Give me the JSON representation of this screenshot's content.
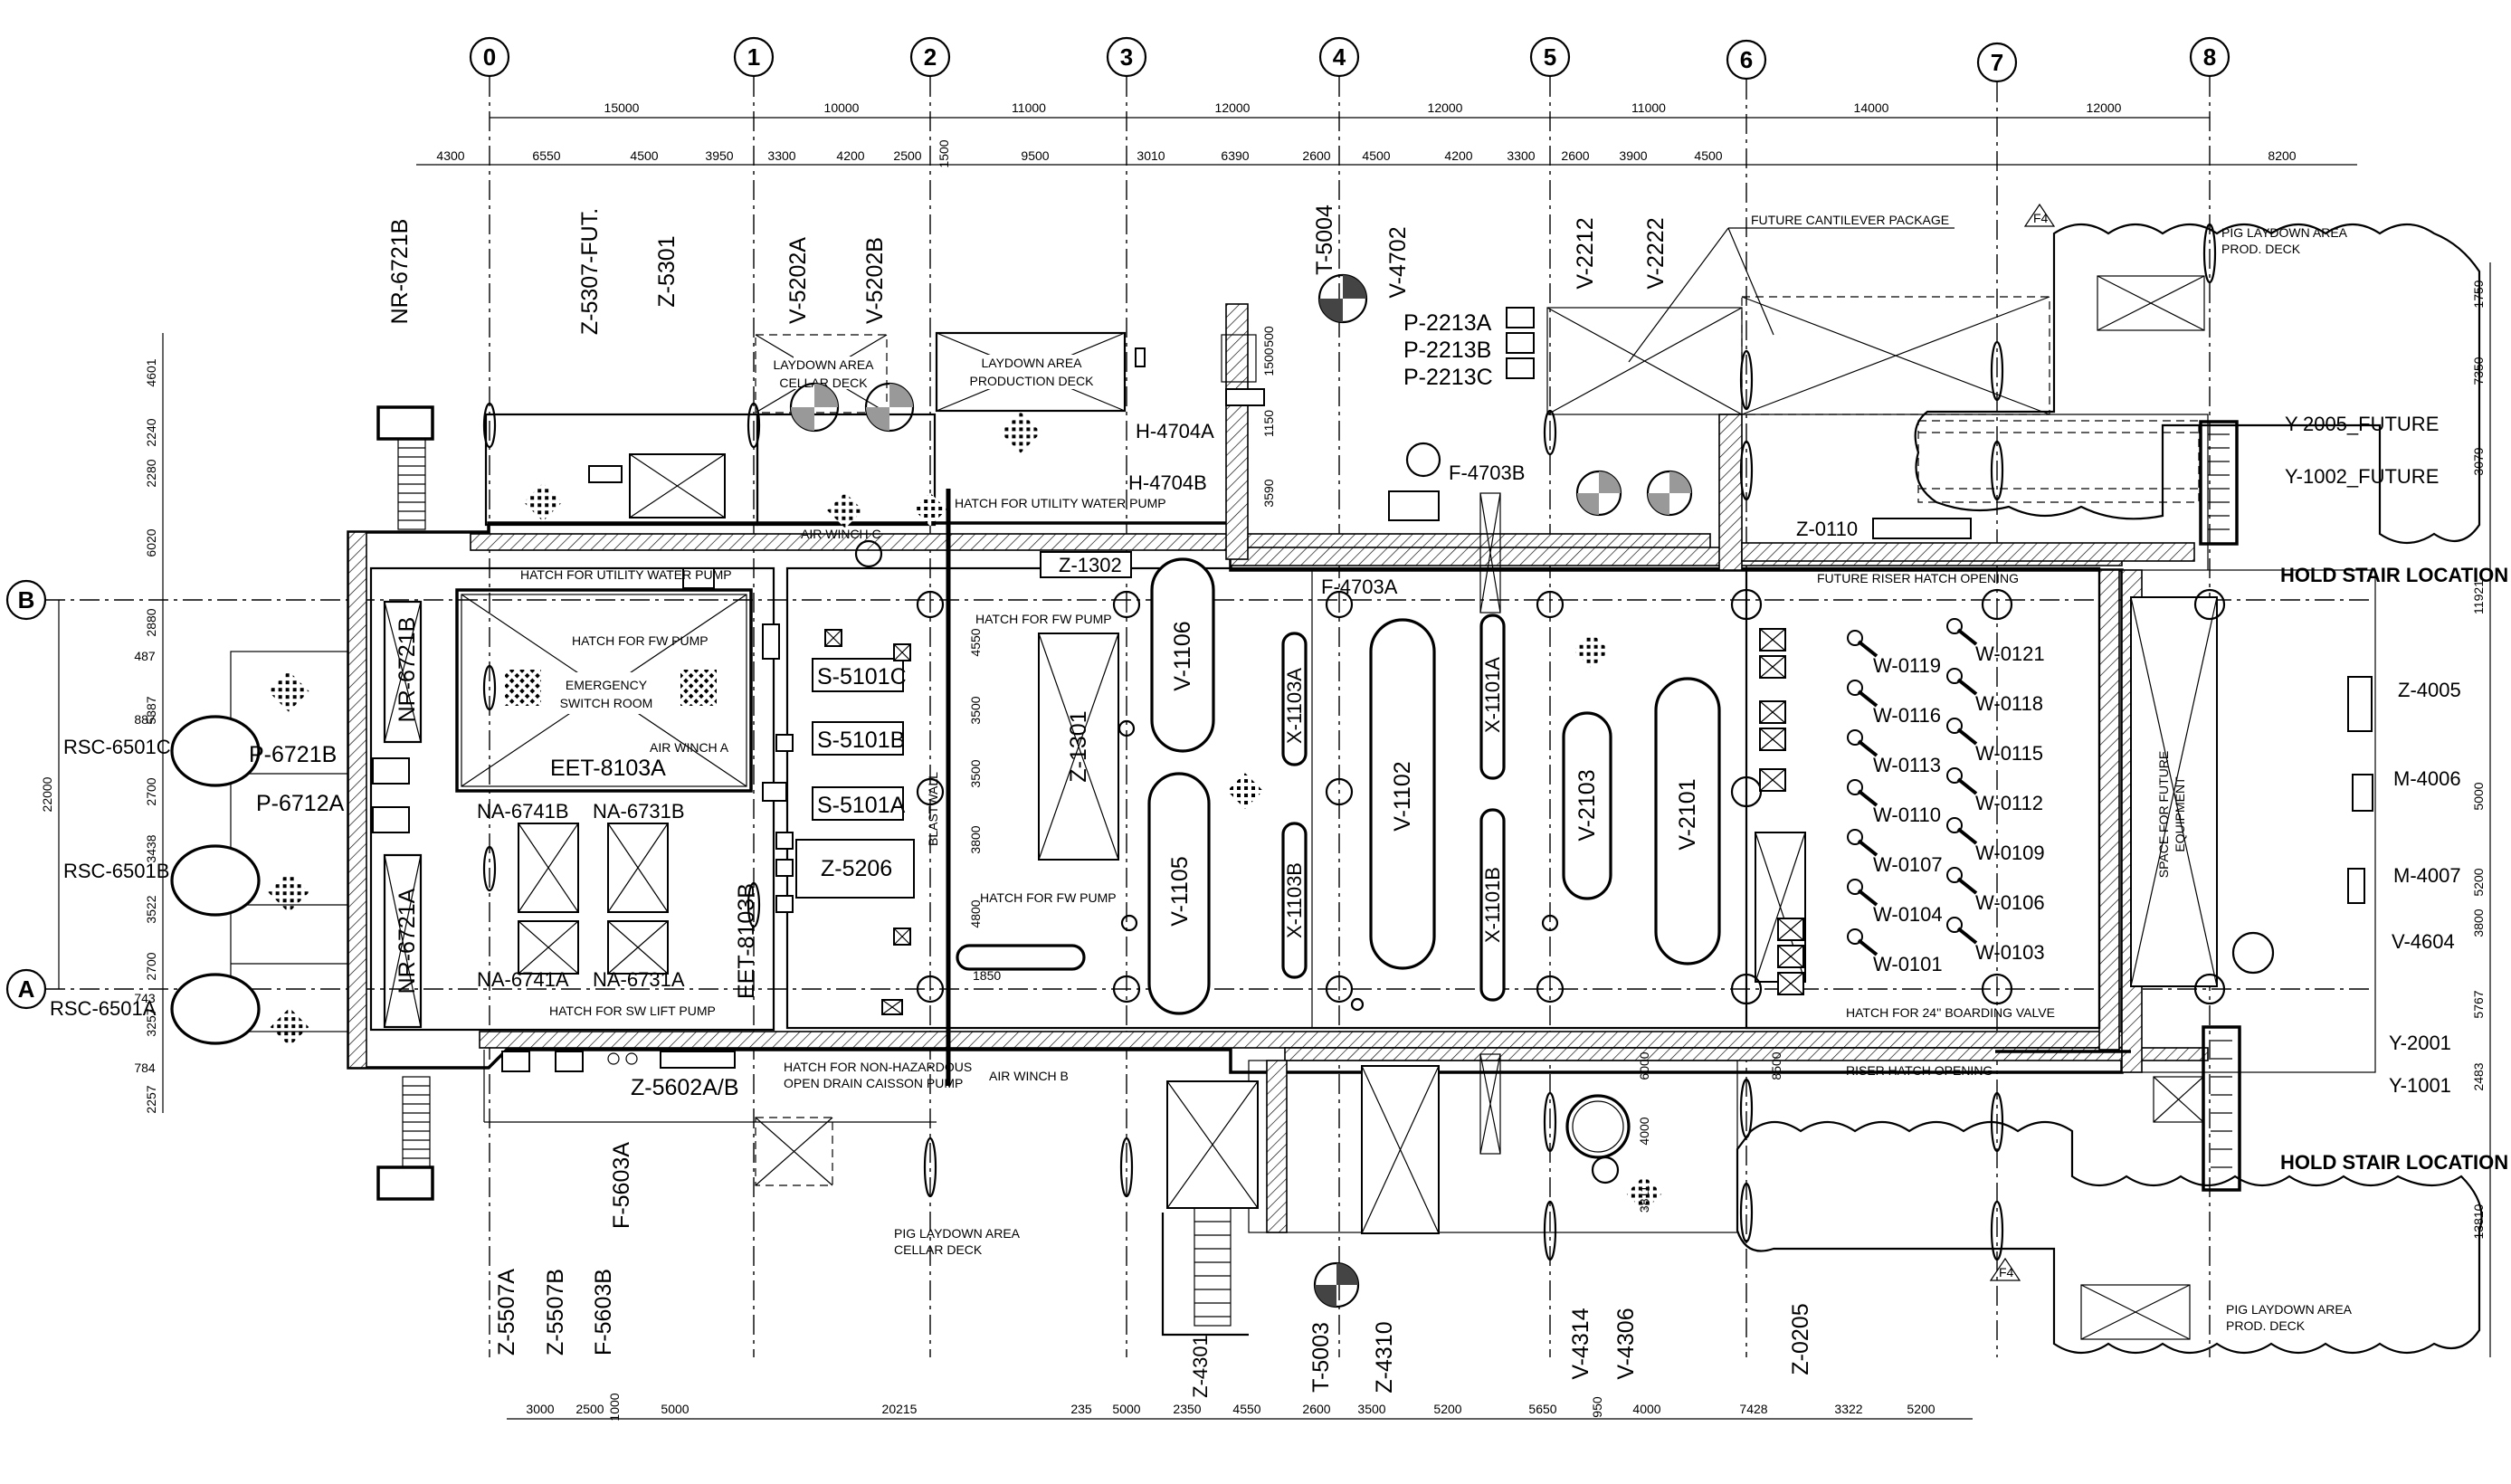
{
  "grid_axes": [
    "0",
    "1",
    "2",
    "3",
    "4",
    "5",
    "6",
    "7",
    "8"
  ],
  "row_axes": [
    "B",
    "A"
  ],
  "dims_top_overall": [
    "15000",
    "10000",
    "11000",
    "12000",
    "12000",
    "11000",
    "14000",
    "12000"
  ],
  "dims_top_detail": [
    "4300",
    "6550",
    "4500",
    "3950",
    "3300",
    "4200",
    "2500",
    "1500",
    "9500",
    "3010",
    "6390",
    "2600",
    "4500",
    "4200",
    "3300",
    "2600",
    "3900",
    "4500",
    "8200"
  ],
  "dims_left": [
    "4601",
    "2240",
    "2280",
    "6020",
    "2880",
    "487",
    "5387",
    "887",
    "2700",
    "3438",
    "3522",
    "2700",
    "3257",
    "743",
    "784",
    "2257"
  ],
  "dim_left_total": "22000",
  "dims_right": [
    "1759",
    "7350",
    "3079",
    "11921",
    "5000",
    "5200",
    "3800",
    "5767",
    "2483",
    "13810"
  ],
  "dims_bottom": [
    "3000",
    "2500",
    "1000",
    "5000",
    "20215",
    "235",
    "5000",
    "2350",
    "4550",
    "2600",
    "3500",
    "5200",
    "5650",
    "950",
    "4000",
    "7428",
    "3322",
    "5200"
  ],
  "dims_inner": [
    "4550",
    "3500",
    "3500",
    "3800",
    "4800",
    "1850",
    "1500",
    "500",
    "1150",
    "3590",
    "6000",
    "4000",
    "3811",
    "8500"
  ],
  "tags": {
    "nr6721b_top": "NR-6721B",
    "z5307": "Z-5307-FUT.",
    "z5301": "Z-5301",
    "v5202a": "V-5202A",
    "v5202b": "V-5202B",
    "t5004": "T-5004",
    "v4702": "V-4702",
    "v2212": "V-2212",
    "v2222": "V-2222",
    "p2213a": "P-2213A",
    "p2213b": "P-2213B",
    "p2213c": "P-2213C",
    "h4704a": "H-4704A",
    "h4704b": "H-4704B",
    "f4703b": "F-4703B",
    "f4703a": "F-4703A",
    "z0110": "Z-0110",
    "z1302": "Z-1302",
    "y2005": "Y-2005_FUTURE",
    "y1002": "Y-1002_FUTURE",
    "hold_stair_1": "HOLD STAIR LOCATION",
    "hold_stair_2": "HOLD STAIR LOCATION",
    "rsc6501c": "RSC-6501C",
    "rsc6501b": "RSC-6501B",
    "rsc6501a": "RSC-6501A",
    "p6721b": "P-6721B",
    "p6712a": "P-6712A",
    "nr6721b": "NR-6721B",
    "nr6721a": "NR-6721A",
    "eet8103a": "EET-8103A",
    "eet8103b": "EET-8103B",
    "na6741b": "NA-6741B",
    "na6731b": "NA-6731B",
    "na6741a": "NA-6741A",
    "na6731a": "NA-6731A",
    "s5101c": "S-5101C",
    "s5101b": "S-5101B",
    "s5101a": "S-5101A",
    "z5206": "Z-5206",
    "z1301": "Z-1301",
    "v1106": "V-1106",
    "v1105": "V-1105",
    "x1103a": "X-1103A",
    "x1103b": "X-1103B",
    "v1102": "V-1102",
    "x1101a": "X-1101A",
    "x1101b": "X-1101B",
    "v2103": "V-2103",
    "v2101": "V-2101",
    "z4005": "Z-4005",
    "m4006": "M-4006",
    "m4007": "M-4007",
    "v4604": "V-4604",
    "y2001": "Y-2001",
    "y1001": "Y-1001",
    "z5602": "Z-5602A/B",
    "z5507a": "Z-5507A",
    "z5507b": "Z-5507B",
    "f5603b": "F-5603B",
    "f5603a": "F-5603A",
    "z4301": "Z-4301",
    "t5003": "T-5003",
    "z4310": "Z-4310",
    "v4314": "V-4314",
    "v4306": "V-4306",
    "z0205": "Z-0205"
  },
  "wells_left": [
    "W-0119",
    "W-0116",
    "W-0113",
    "W-0110",
    "W-0107",
    "W-0104",
    "W-0101"
  ],
  "wells_right": [
    "W-0121",
    "W-0118",
    "W-0115",
    "W-0112",
    "W-0109",
    "W-0106",
    "W-0103"
  ],
  "notes": {
    "laydown_cellar_1": "LAYDOWN AREA",
    "laydown_cellar_2": "CELLAR DECK",
    "laydown_prod_1": "LAYDOWN AREA",
    "laydown_prod_2": "PRODUCTION DECK",
    "future_cantilever": "FUTURE CANTILEVER PACKAGE",
    "pig_prod_1": "PIG LAYDOWN AREA",
    "pig_prod_2": "PROD. DECK",
    "pig_prod_b1": "PIG LAYDOWN AREA",
    "pig_prod_b2": "PROD. DECK",
    "pig_cellar_1": "PIG LAYDOWN AREA",
    "pig_cellar_2": "CELLAR DECK",
    "hatch_uw_1": "HATCH FOR UTILITY WATER PUMP",
    "hatch_uw_2": "HATCH FOR UTILITY WATER PUMP",
    "hatch_fw_1": "HATCH FOR FW PUMP",
    "hatch_fw_2": "HATCH FOR FW PUMP",
    "hatch_fw_3": "HATCH FOR FW PUMP",
    "air_winch_a": "AIR WINCH A",
    "air_winch_b": "AIR WINCH B",
    "air_winch_c": "AIR WINCH C",
    "esr_1": "EMERGENCY",
    "esr_2": "SWITCH ROOM",
    "hatch_sw": "HATCH FOR SW LIFT PUMP",
    "hatch_nh_1": "HATCH FOR NON-HAZARDOUS",
    "hatch_nh_2": "OPEN DRAIN CAISSON PUMP",
    "blastwall": "BLASTWALL",
    "future_riser": "FUTURE RISER HATCH OPENING",
    "hatch_boarding": "HATCH FOR 24'' BOARDING VALVE",
    "riser_hatch": "RISER HATCH OPENING",
    "space_future_1": "SPACE FOR FUTURE",
    "space_future_2": "EQUIPMENT",
    "f4_marker_1": "F4",
    "f4_marker_2": "F4"
  }
}
